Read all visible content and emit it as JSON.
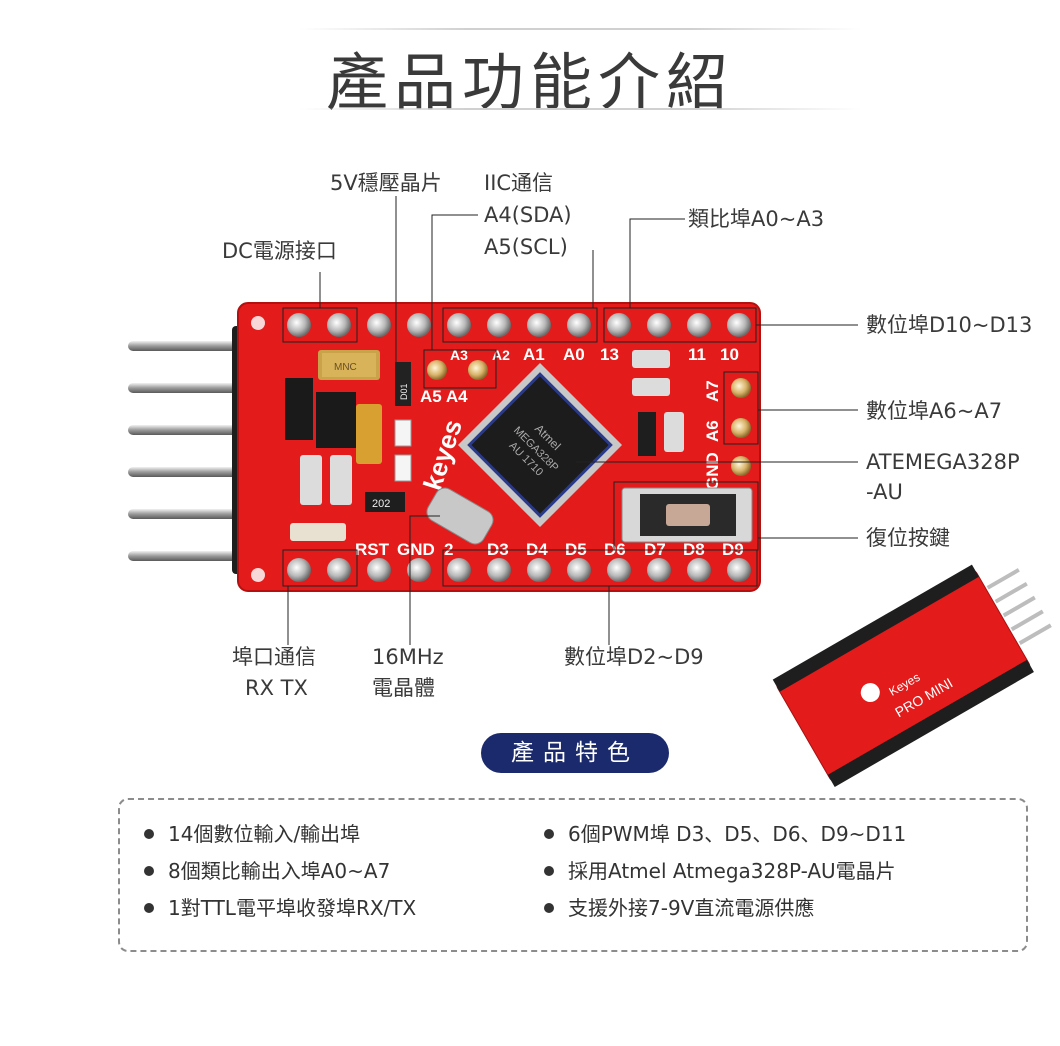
{
  "title": "產品功能介紹",
  "labels": {
    "regulator": "5V穩壓晶片",
    "iic_title": "IIC通信",
    "iic_sda": "A4(SDA)",
    "iic_scl": "A5(SCL)",
    "analog": "類比埠A0~A3",
    "dc": "DC電源接口",
    "digital_d10_d13": "數位埠D10~D13",
    "digital_a6_a7": "數位埠A6~A7",
    "mcu_line1": "ATEMEGA328P",
    "mcu_line2": "-AU",
    "reset": "復位按鍵",
    "serial_line1": "埠口通信",
    "serial_line2": "RX TX",
    "crystal_line1": "16MHz",
    "crystal_line2": "電晶體",
    "digital_d2_d9": "數位埠D2~D9"
  },
  "board": {
    "brand": "keyes",
    "top_pins": [
      "A3",
      "A2",
      "A1",
      "A0",
      "13",
      "11",
      "10"
    ],
    "side_pins": [
      "A7",
      "A6",
      "GND"
    ],
    "a5a4": "A5 A4",
    "bottom_pins": [
      "RST",
      "GND",
      "2",
      "D3",
      "D4",
      "D5",
      "D6",
      "D7",
      "D8",
      "D9"
    ],
    "chip_text": [
      "Atmel",
      "MEGA328P",
      "AU 1710"
    ],
    "diode": "D01",
    "resistor": "202",
    "cap": "MNC"
  },
  "thumb": {
    "caption": "PRO MINI",
    "brand": "Keyes"
  },
  "badge": "產品特色",
  "features": [
    "14個數位輸入/輸出埠",
    "8個類比輸出入埠A0~A7",
    "1對TTL電平埠收發埠RX/TX",
    "6個PWM埠 D3、D5、D6、D9~D11",
    "採用Atmel Atmega328P-AU電晶片",
    "支援外接7-9V直流電源供應"
  ],
  "colors": {
    "pcb": "#e31b1b",
    "badge": "#1b2a6d",
    "text": "#3a3a3a"
  }
}
